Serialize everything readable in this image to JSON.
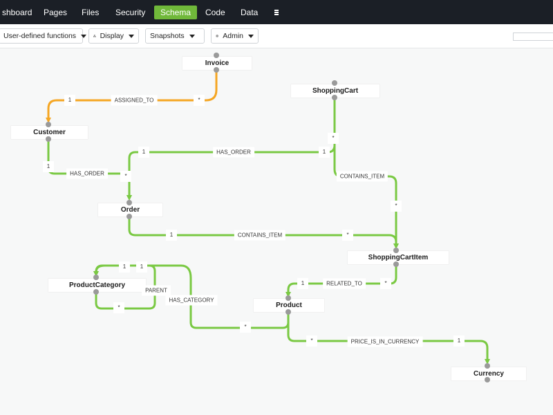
{
  "nav": {
    "items": [
      {
        "label": "shboard",
        "active": false
      },
      {
        "label": "Pages",
        "active": false
      },
      {
        "label": "Files",
        "active": false
      },
      {
        "label": "Security",
        "active": false
      },
      {
        "label": "Schema",
        "active": true
      },
      {
        "label": "Code",
        "active": false
      },
      {
        "label": "Data",
        "active": false
      }
    ]
  },
  "toolbar": {
    "functions_label": "User-defined functions",
    "display_label": "Display",
    "snapshots_label": "Snapshots",
    "admin_label": "Admin",
    "display_icon": "hierarchy-icon",
    "admin_icon": "gear-icon"
  },
  "colors": {
    "accent": "#70b83a",
    "edge_green": "#7ac943",
    "edge_orange": "#f5a623",
    "nav_bg": "#1b1f26"
  },
  "schema": {
    "nodes": {
      "invoice": "Invoice",
      "customer": "Customer",
      "shoppingcart": "ShoppingCart",
      "order": "Order",
      "shoppingcartitem": "ShoppingCartItem",
      "productcategory": "ProductCategory",
      "product": "Product",
      "currency": "Currency"
    },
    "relationships": {
      "assigned_to": "ASSIGNED_TO",
      "has_order_customer": "HAS_ORDER",
      "has_order_cart": "HAS_ORDER",
      "contains_item_cart": "CONTAINS_ITEM",
      "contains_item_order": "CONTAINS_ITEM",
      "related_to": "RELATED_TO",
      "parent": "PARENT",
      "has_category": "HAS_CATEGORY",
      "price_is_in_currency": "PRICE_IS_IN_CURRENCY"
    },
    "cardinalities": {
      "one": "1",
      "many": "*"
    }
  }
}
